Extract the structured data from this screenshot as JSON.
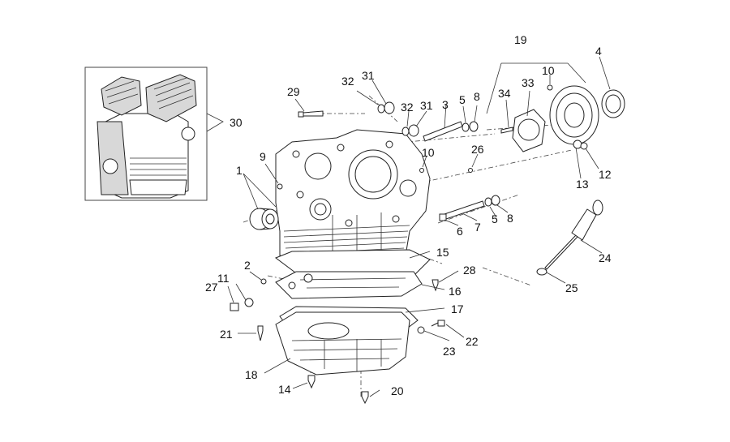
{
  "callouts": [
    {
      "id": "c1",
      "text": "1"
    },
    {
      "id": "c2",
      "text": "2"
    },
    {
      "id": "c3",
      "text": "3"
    },
    {
      "id": "c4",
      "text": "4"
    },
    {
      "id": "c5a",
      "text": "5"
    },
    {
      "id": "c5b",
      "text": "5"
    },
    {
      "id": "c6",
      "text": "6"
    },
    {
      "id": "c7",
      "text": "7"
    },
    {
      "id": "c8a",
      "text": "8"
    },
    {
      "id": "c8b",
      "text": "8"
    },
    {
      "id": "c9",
      "text": "9"
    },
    {
      "id": "c10a",
      "text": "10"
    },
    {
      "id": "c10b",
      "text": "10"
    },
    {
      "id": "c11",
      "text": "11"
    },
    {
      "id": "c12",
      "text": "12"
    },
    {
      "id": "c13",
      "text": "13"
    },
    {
      "id": "c14",
      "text": "14"
    },
    {
      "id": "c15",
      "text": "15"
    },
    {
      "id": "c16",
      "text": "16"
    },
    {
      "id": "c17",
      "text": "17"
    },
    {
      "id": "c18",
      "text": "18"
    },
    {
      "id": "c19",
      "text": "19"
    },
    {
      "id": "c20",
      "text": "20"
    },
    {
      "id": "c21",
      "text": "21"
    },
    {
      "id": "c22",
      "text": "22"
    },
    {
      "id": "c23",
      "text": "23"
    },
    {
      "id": "c24",
      "text": "24"
    },
    {
      "id": "c25",
      "text": "25"
    },
    {
      "id": "c26",
      "text": "26"
    },
    {
      "id": "c27",
      "text": "27"
    },
    {
      "id": "c28",
      "text": "28"
    },
    {
      "id": "c29",
      "text": "29"
    },
    {
      "id": "c30",
      "text": "30"
    },
    {
      "id": "c31a",
      "text": "31"
    },
    {
      "id": "c31b",
      "text": "31"
    },
    {
      "id": "c32a",
      "text": "32"
    },
    {
      "id": "c32b",
      "text": "32"
    },
    {
      "id": "c33",
      "text": "33"
    },
    {
      "id": "c34",
      "text": "34"
    }
  ]
}
